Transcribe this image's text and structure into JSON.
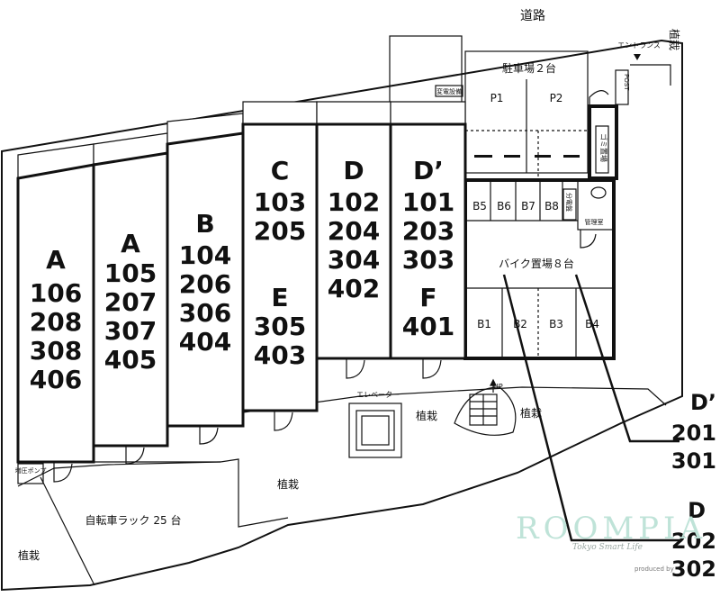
{
  "labels": {
    "road": "道路",
    "entrance": "エントランス",
    "post": "POST",
    "parking": "駐車場２台",
    "p1": "P1",
    "p2": "P2",
    "substation": "変電設備",
    "garbage": "ゴミ置場",
    "distribution_board": "分電盤",
    "management": "管理室",
    "bike_parking": "バイク置場８台",
    "elevator": "エレベーター",
    "up": "UP",
    "planting": "植栽",
    "bicycle_rack": "自転車ラック 25 台",
    "pressure_pump": "増圧ポンプ"
  },
  "bike_slots": [
    "B5",
    "B6",
    "B7",
    "B8",
    "B1",
    "B2",
    "B3",
    "B4"
  ],
  "buildings": {
    "a1": {
      "letter": "A",
      "rooms": [
        "106",
        "208",
        "308",
        "406"
      ]
    },
    "a2": {
      "letter": "A",
      "rooms": [
        "105",
        "207",
        "307",
        "405"
      ]
    },
    "b": {
      "letter": "B",
      "rooms": [
        "104",
        "206",
        "306",
        "404"
      ]
    },
    "c": {
      "letter": "C",
      "rooms": [
        "103",
        "205"
      ]
    },
    "e": {
      "letter": "E",
      "rooms": [
        "305",
        "403"
      ]
    },
    "d": {
      "letter": "D",
      "rooms": [
        "102",
        "204",
        "304",
        "402"
      ]
    },
    "dp": {
      "letter": "D’",
      "rooms": [
        "101",
        "203",
        "303"
      ]
    },
    "f": {
      "letter": "F",
      "rooms": [
        "401"
      ]
    }
  },
  "callouts": {
    "dp": {
      "letter": "D’",
      "rooms": [
        "201",
        "301"
      ]
    },
    "d": {
      "letter": "D",
      "rooms": [
        "202",
        "302"
      ]
    }
  },
  "branding": {
    "logo": "ROOMPIA",
    "tagline": "Tokyo Smart Life",
    "produced_by": "produced by"
  }
}
